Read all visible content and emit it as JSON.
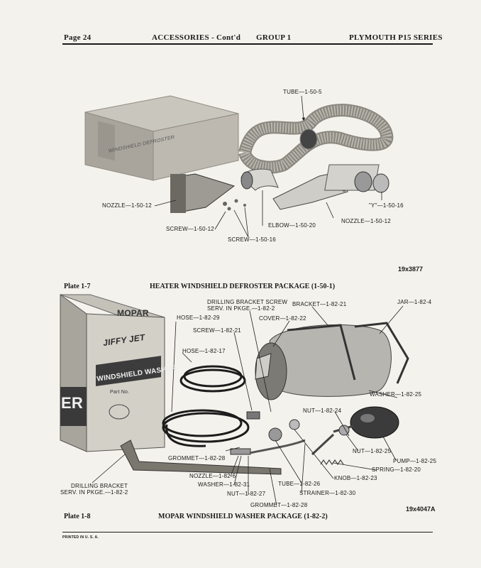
{
  "header": {
    "page": "Page 24",
    "section": "ACCESSORIES - Cont'd",
    "group": "GROUP 1",
    "series": "PLYMOUTH P15 SERIES"
  },
  "plate1": {
    "box_text": "WINDSHIELD DEFROSTER",
    "labels": {
      "tube": "TUBE—1-50-5",
      "nozzle_left": "NOZZLE—1-50-12",
      "y": "\"Y\"—1-50-16",
      "screw1": "SCREW—1-50-12",
      "elbow": "ELBOW—1-50-20",
      "nozzle_right": "NOZZLE—1-50-12",
      "screw2": "SCREW—1-50-16"
    },
    "photo_number": "19x3877",
    "plate_label": "Plate 1-7",
    "caption": "HEATER WINDSHIELD DEFROSTER PACKAGE (1-50-1)"
  },
  "plate2": {
    "box_text": {
      "brand": "MOPAR",
      "product": "JIFFY JET",
      "name": "WINDSHIELD WASHER",
      "part": "Part No.",
      "side": "ER"
    },
    "labels": {
      "drill_screw_1": "DRILLING BRACKET SCREW",
      "drill_screw_2": "SERV. IN PKGE.—1-82-2",
      "bracket": "BRACKET—1-82-21",
      "jar": "JAR—1-82-4",
      "hose29": "HOSE—1-82-29",
      "cover": "COVER—1-82-22",
      "screw": "SCREW—1-82-21",
      "hose17": "HOSE—1-82-17",
      "washer25": "WASHER—1-82-25",
      "nut24": "NUT—1-82-24",
      "nut25": "NUT—1-82-25",
      "pump": "PUMP—1-82-25",
      "spring": "SPRING—1-82-20",
      "knob": "KNOB—1-82-23",
      "grommet28a": "GROMMET—1-82-28",
      "nozzle6": "NOZZLE—1-82-6",
      "washer31": "WASHER—1-82-31",
      "nut27": "NUT—1-82-27",
      "tube26": "TUBE—1-82-26",
      "strainer": "STRAINER—1-82-30",
      "grommet28b": "GROMMET—1-82-28",
      "drill_bracket_1": "DRILLING BRACKET",
      "drill_bracket_2": "SERV. IN PKGE.—1-82-2"
    },
    "photo_number": "19x4047A",
    "plate_label": "Plate 1-8",
    "caption": "MOPAR WINDSHIELD WASHER PACKAGE (1-82-2)"
  },
  "footer": {
    "printed": "PRINTED IN U. S. A."
  }
}
